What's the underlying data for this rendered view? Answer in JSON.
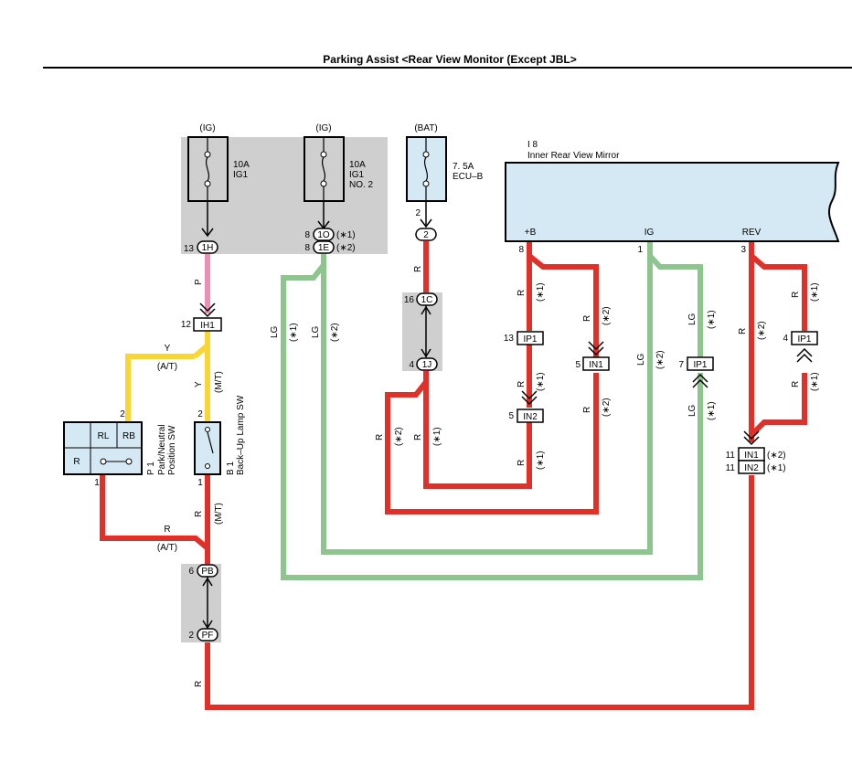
{
  "title": "Parking Assist <Rear View Monitor (Except JBL>",
  "colors": {
    "red": "#e0302a",
    "pink": "#ec8fb5",
    "yellow": "#f9d535",
    "green": "#8ec58e",
    "gray": "#cfcfcf",
    "lightblue": "#d4e9f4"
  },
  "fuses": {
    "ig1": {
      "supply": "(IG)",
      "amp": "10A",
      "name1": "IG1",
      "name2": ""
    },
    "ig1no2": {
      "supply": "(IG)",
      "amp": "10A",
      "name1": "IG1",
      "name2": "NO. 2"
    },
    "ecub": {
      "supply": "(BAT)",
      "amp": "7. 5A",
      "name1": "ECU–B",
      "name2": ""
    }
  },
  "mirror": {
    "code": "I 8",
    "name": "Inner Rear View Mirror",
    "pin_b": "+B",
    "pin_ig": "IG",
    "pin_rev": "REV",
    "num_b": "8",
    "num_ig": "1",
    "num_rev": "3"
  },
  "switches": {
    "p1": {
      "code": "P 1",
      "name1": "Park/Neutral",
      "name2": "Position SW",
      "cells": [
        "RL",
        "RB",
        "R"
      ],
      "pin_top": "2",
      "pin_bot": "1"
    },
    "b1": {
      "code": "B 1",
      "name": "Back–Up Lamp SW",
      "pin_top": "2",
      "pin_bot": "1"
    }
  },
  "connectors": {
    "c1H": {
      "pin": "13",
      "id": "1H"
    },
    "c1O": {
      "pin": "8",
      "id": "1O",
      "note": "(∗1)"
    },
    "c1E": {
      "pin": "8",
      "id": "1E",
      "note": "(∗2)"
    },
    "c2": {
      "pin": "2",
      "id": "2"
    },
    "cIH1": {
      "pin": "12",
      "id": "IH1"
    },
    "c1C": {
      "pin": "16",
      "id": "1C"
    },
    "c1J": {
      "pin": "4",
      "id": "1J"
    },
    "cIP1a": {
      "pin": "13",
      "id": "IP1"
    },
    "cIN2a": {
      "pin": "5",
      "id": "IN2"
    },
    "cIN1a": {
      "pin": "5",
      "id": "IN1"
    },
    "cIP1b": {
      "pin": "7",
      "id": "IP1"
    },
    "cIP1c": {
      "pin": "4",
      "id": "IP1"
    },
    "cIN1b": {
      "pin": "11",
      "id": "IN1",
      "note": "(∗2)"
    },
    "cIN2b": {
      "pin": "11",
      "id": "IN2",
      "note": "(∗1)"
    },
    "cPB": {
      "pin": "6",
      "id": "PB"
    },
    "cPF": {
      "pin": "2",
      "id": "PF"
    }
  },
  "wire_labels": {
    "p": "P",
    "y": "Y",
    "at": "(A/T)",
    "mt": "(M/T)",
    "r": "R",
    "lg": "LG",
    "n1": "(∗1)",
    "n2": "(∗2)"
  }
}
